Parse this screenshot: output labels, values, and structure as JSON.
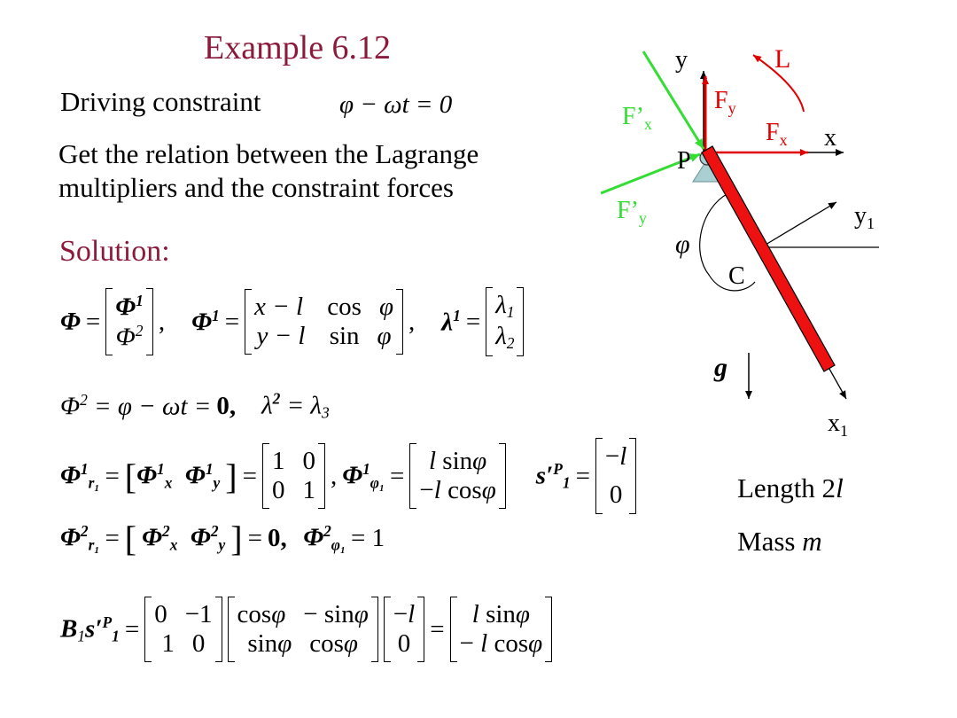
{
  "title": "Example 6.12",
  "driving_label": "Driving constraint",
  "driving_eq": "φ − ωt = 0",
  "description_line1": "Get the relation between the Lagrange",
  "description_line2": "multipliers and the constraint forces",
  "solution_label": "Solution:",
  "length_label": "Length 2",
  "length_var": "l",
  "mass_label": "Mass ",
  "mass_var": "m",
  "diagram": {
    "y_axis": "y",
    "x_axis": "x",
    "L": "L",
    "Fy": "F",
    "Fy_sub": "y",
    "Fx": "F",
    "Fx_sub": "x",
    "Fpx": "F’",
    "Fpx_sub": "x",
    "Fpy": "F’",
    "Fpy_sub": "y",
    "P": "P",
    "C": "C",
    "phi": "φ",
    "y1": "y",
    "y1_sub": "1",
    "x1": "x",
    "x1_sub": "1",
    "g": "g"
  },
  "colors": {
    "title": "#8b1a3c",
    "red": "#e00000",
    "green": "#33dd33",
    "bar": "#ee1111"
  }
}
